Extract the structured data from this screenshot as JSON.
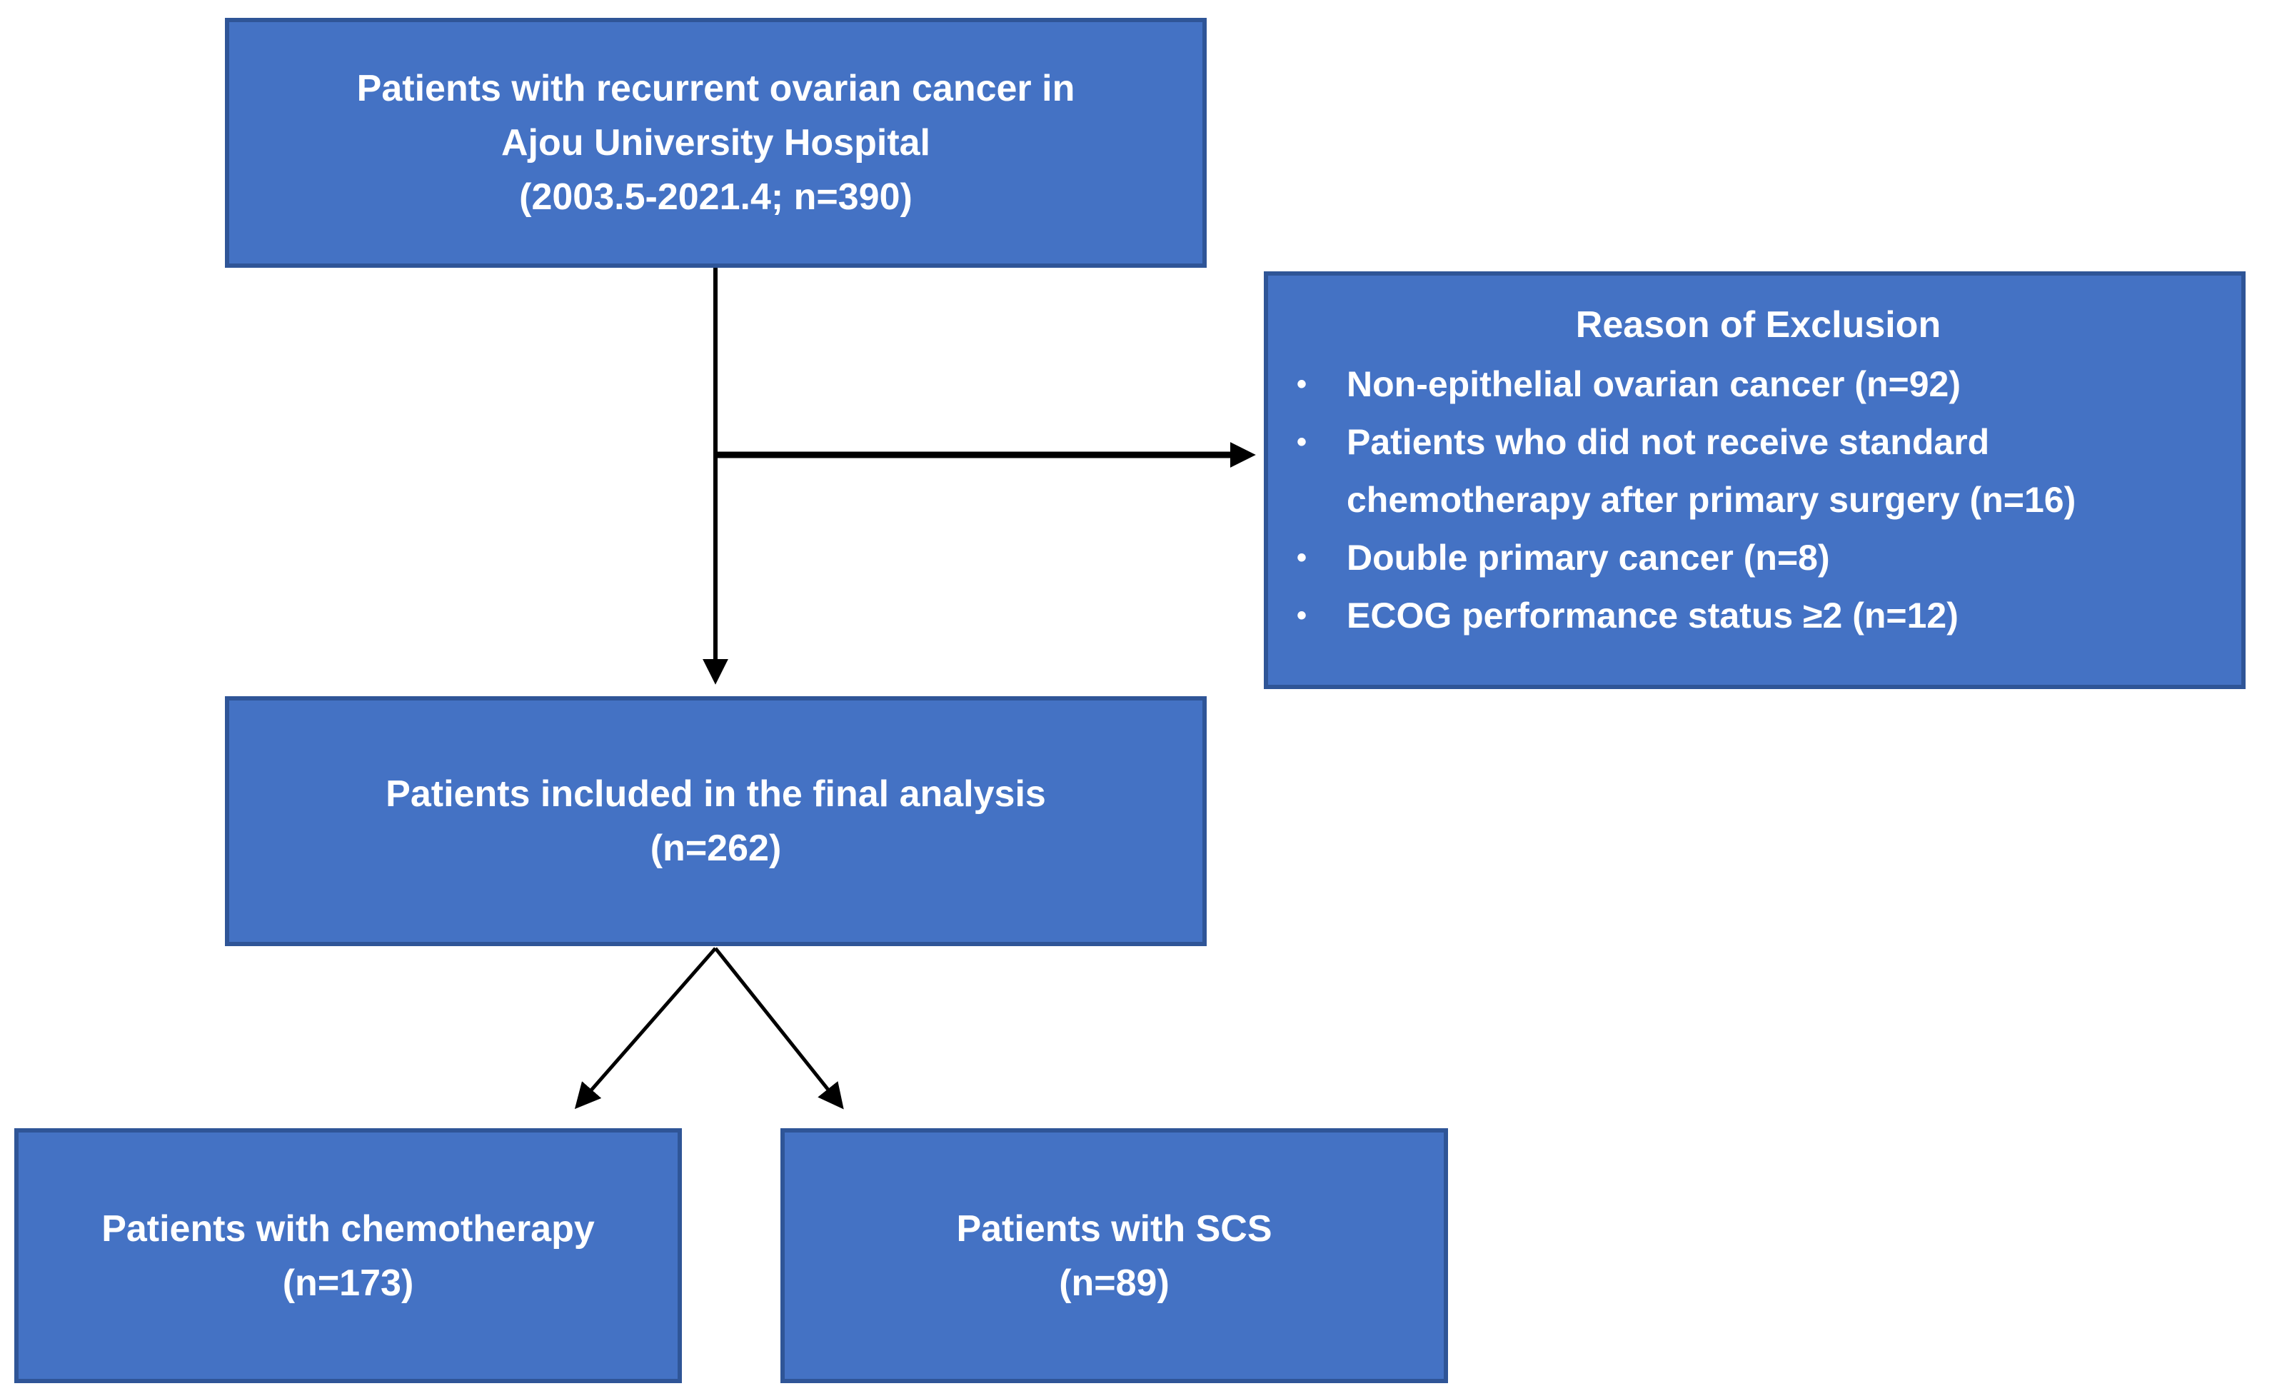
{
  "colors": {
    "background": "#FFFFFF",
    "box_fill": "#4472C4",
    "box_border": "#2F5597",
    "box_text": "#FFFFFF",
    "arrow": "#000000"
  },
  "boxes": {
    "source": {
      "lines": [
        "Patients with recurrent ovarian cancer in",
        "Ajou University Hospital",
        "(2003.5-2021.4; n=390)"
      ]
    },
    "exclusion": {
      "title": "Reason of Exclusion",
      "bullet_glyph": "•",
      "bullets": [
        "Non-epithelial ovarian cancer (n=92)",
        "Patients who did not receive standard chemotherapy after primary surgery (n=16)",
        "Double primary cancer (n=8)",
        "ECOG performance status ≥2 (n=12)"
      ]
    },
    "final": {
      "lines": [
        "Patients included in the final analysis",
        "(n=262)"
      ]
    },
    "chemotherapy": {
      "lines": [
        "Patients with chemotherapy",
        "(n=173)"
      ]
    },
    "scs": {
      "lines": [
        "Patients with SCS",
        "(n=89)"
      ]
    }
  }
}
